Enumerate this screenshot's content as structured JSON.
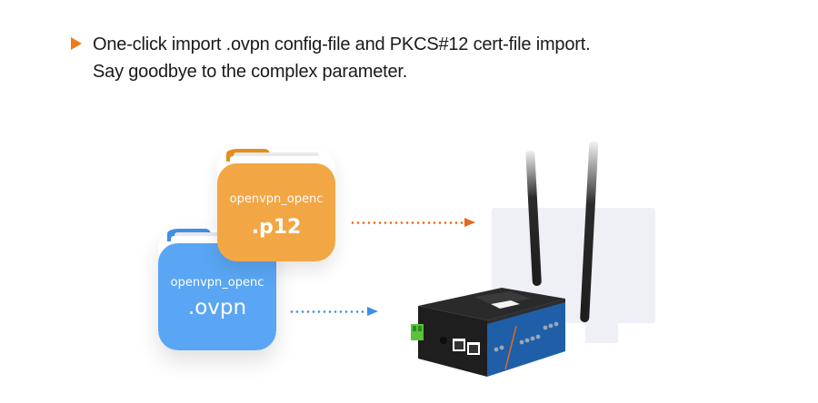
{
  "headline": {
    "bullet_color": "#ee7a1a",
    "line1": "One-click import .ovpn config-file and PKCS#12 cert-file import.",
    "line2": "Say goodbye to the complex parameter."
  },
  "illustration": {
    "folders": [
      {
        "name": "openvpn_openc",
        "extension": ".ovpn",
        "color": "#5aa6f4",
        "icon": "folder-icon"
      },
      {
        "name": "openvpn_openc",
        "extension": ".p12",
        "color": "#f3a644",
        "icon": "folder-icon"
      }
    ],
    "arrows": [
      {
        "from": ".p12",
        "to": "router",
        "color": "#e8661e"
      },
      {
        "from": ".ovpn",
        "to": "router",
        "color": "#3c8ee6"
      }
    ],
    "device": "4G router with two antennas",
    "device_accent_color": "#1f5fa8"
  }
}
